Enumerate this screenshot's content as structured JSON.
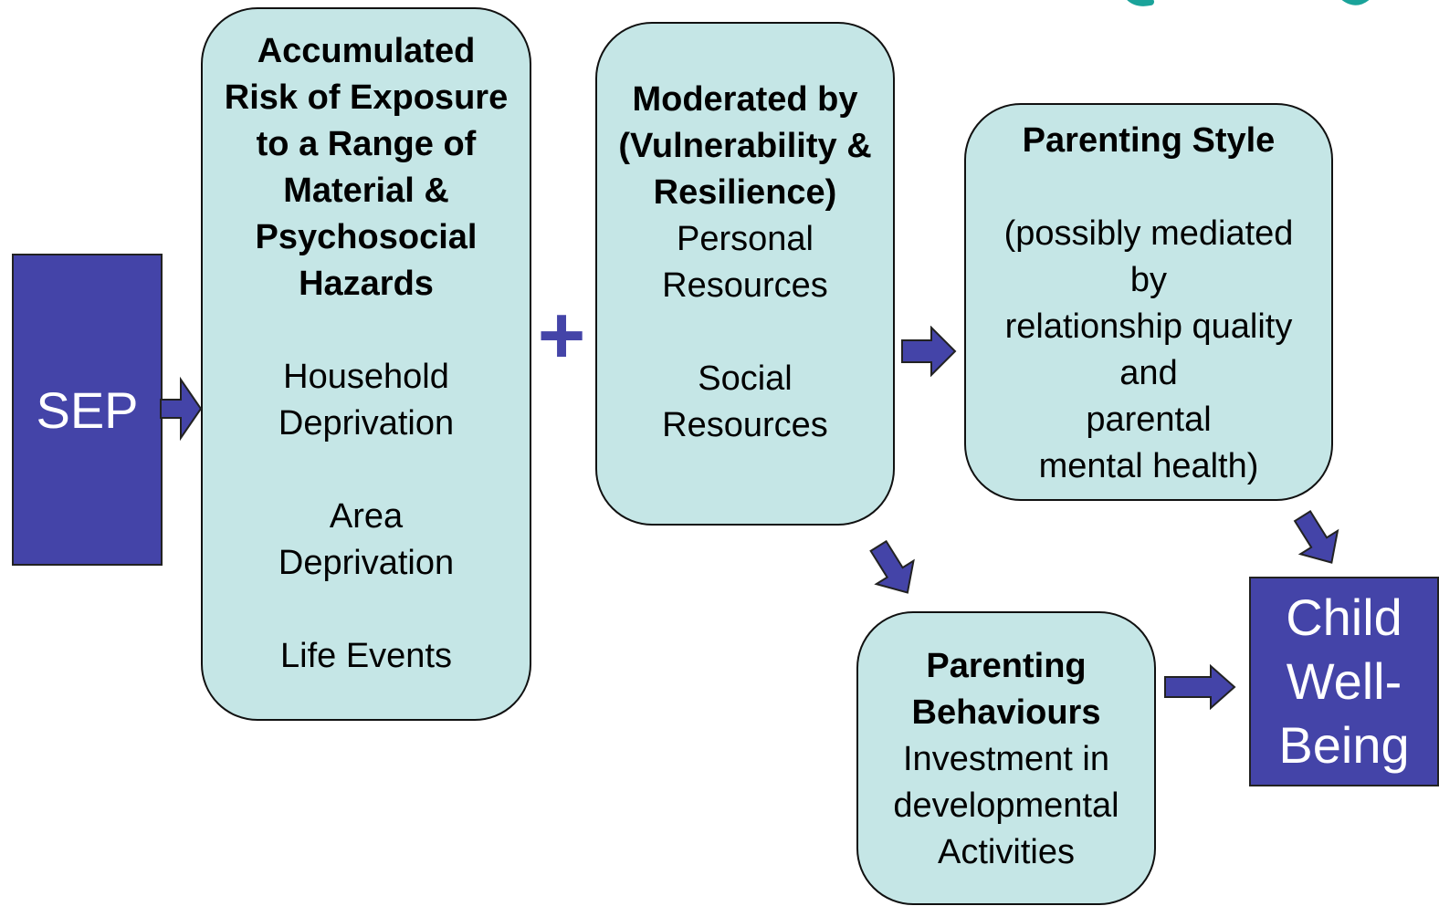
{
  "colors": {
    "box_fill": "#c5e6e6",
    "dark_fill": "#4444a8",
    "arrow_fill": "#4444a8",
    "plus": "#4444a8",
    "logo": "#1aa39a"
  },
  "sep": {
    "label": "SEP"
  },
  "hazards": {
    "title_lines": [
      "Accumulated",
      "Risk of Exposure",
      "to a Range of",
      "Material &",
      "Psychosocial",
      "Hazards"
    ],
    "items": [
      "Household",
      "Deprivation",
      "Area",
      "Deprivation",
      "Life Events"
    ]
  },
  "plus_sign": "+",
  "moderated": {
    "title_lines": [
      "Moderated by",
      "(Vulnerability &",
      "Resilience)"
    ],
    "items": [
      "Personal",
      "Resources",
      "Social",
      "Resources"
    ]
  },
  "parenting_style": {
    "title": "Parenting Style",
    "detail_lines": [
      "(possibly mediated",
      "by",
      "relationship quality",
      "and",
      "parental",
      "mental health)"
    ]
  },
  "parenting_behaviours": {
    "title_lines": [
      "Parenting",
      "Behaviours"
    ],
    "detail_lines": [
      "Investment in",
      "developmental",
      "Activities"
    ]
  },
  "outcome": {
    "lines": [
      "Child",
      "Well-",
      "Being"
    ]
  },
  "logo_icon": "partial-logo-icon"
}
